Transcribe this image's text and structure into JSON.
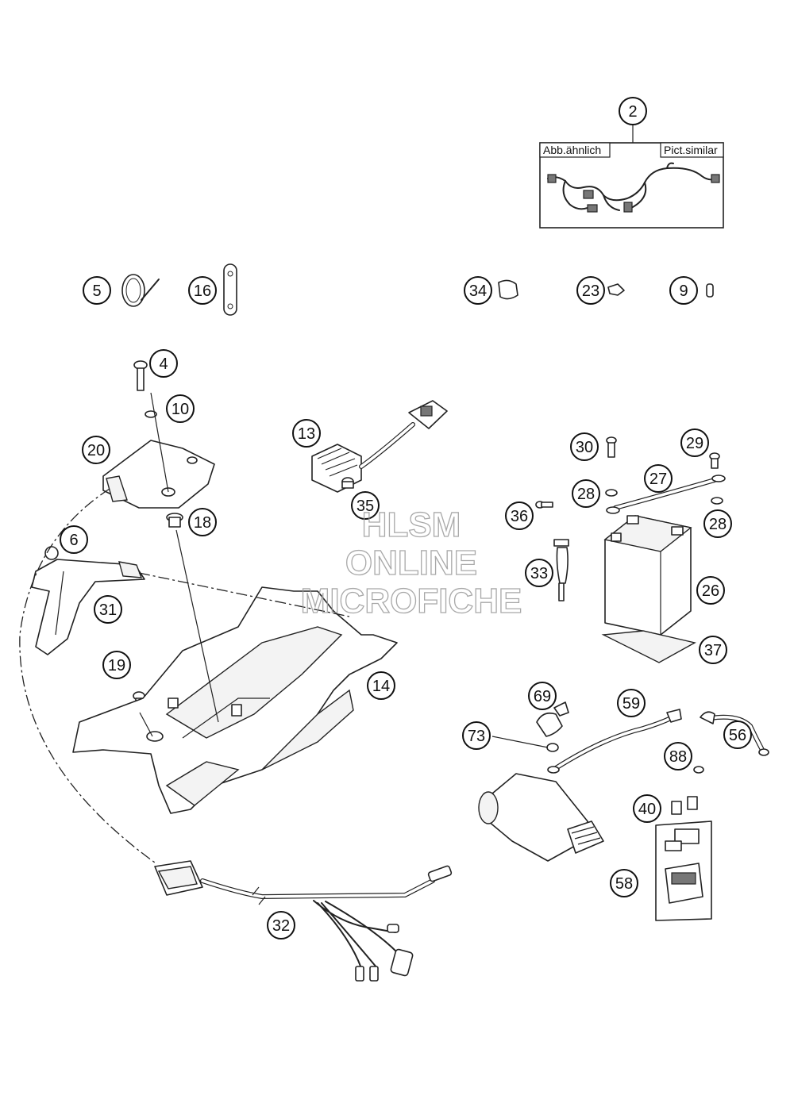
{
  "note_box": {
    "label_left": "Abb.ähnlich",
    "label_right": "Pict.similar"
  },
  "watermark": {
    "line1": "HLSM",
    "line2": "ONLINE",
    "line3": "MICROFICHE"
  },
  "callouts": {
    "c2": "2",
    "c5": "5",
    "c16": "16",
    "c34": "34",
    "c23": "23",
    "c9": "9",
    "c4": "4",
    "c10": "10",
    "c20": "20",
    "c18": "18",
    "c6": "6",
    "c31": "31",
    "c19": "19",
    "c14": "14",
    "c13": "13",
    "c35": "35",
    "c30": "30",
    "c29": "29",
    "c27": "27",
    "c28a": "28",
    "c28b": "28",
    "c36": "36",
    "c33": "33",
    "c26": "26",
    "c37": "37",
    "c69": "69",
    "c59": "59",
    "c73": "73",
    "c56": "56",
    "c88": "88",
    "c40": "40",
    "c58": "58",
    "c32": "32"
  }
}
